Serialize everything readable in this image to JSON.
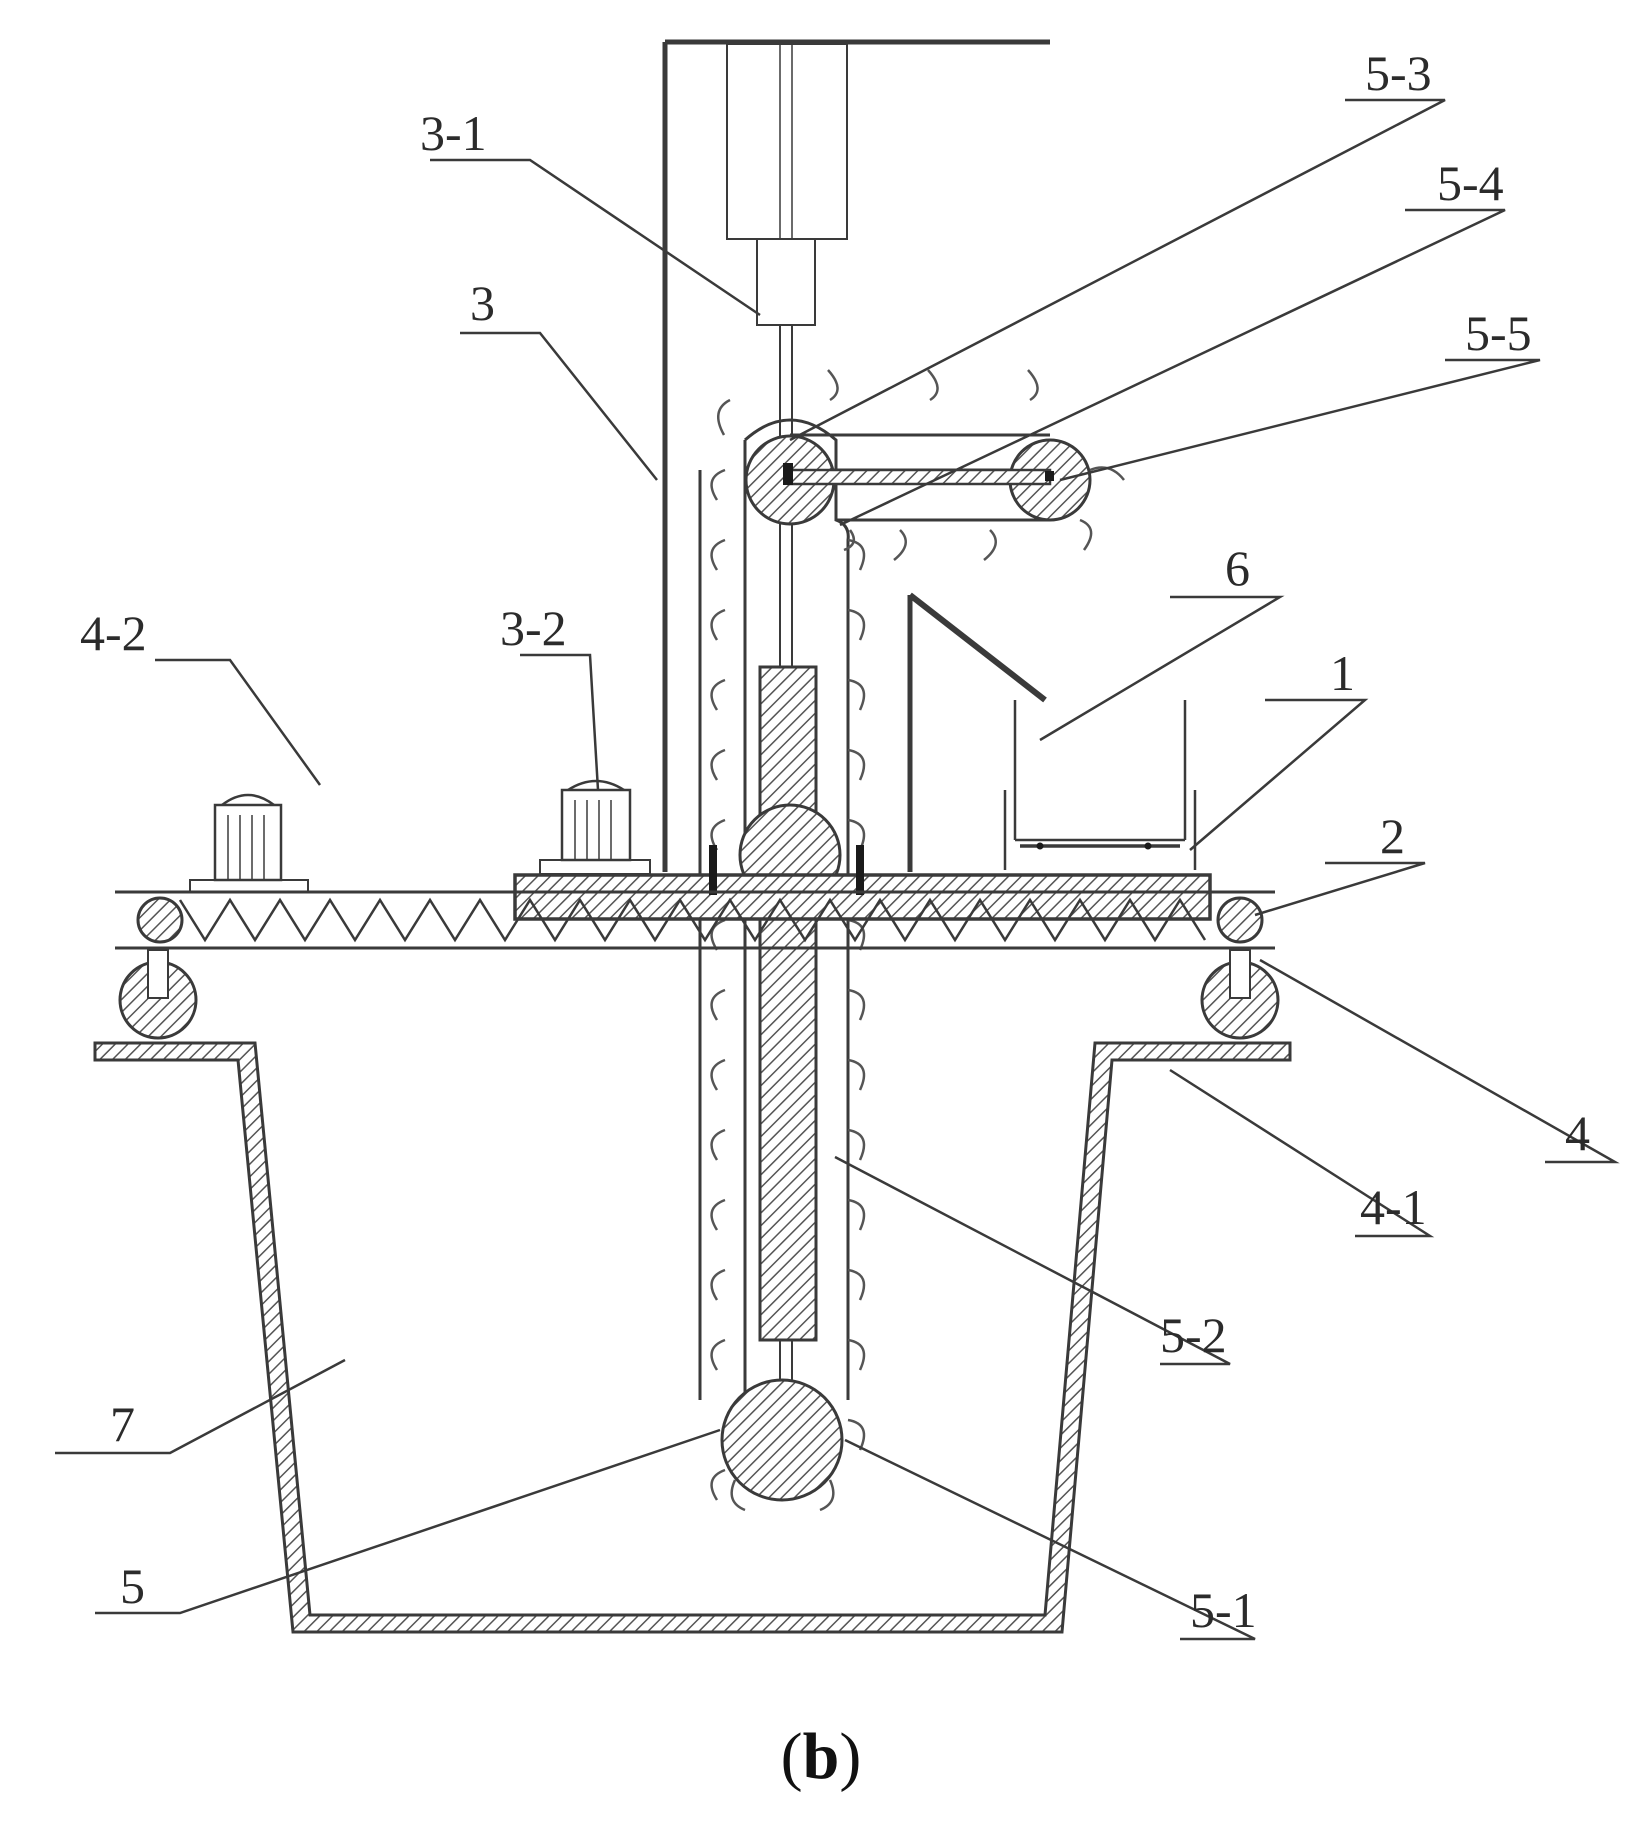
{
  "labels": {
    "l_3_1": "3-1",
    "l_3": "3",
    "l_5_3": "5-3",
    "l_5_4": "5-4",
    "l_5_5": "5-5",
    "l_6": "6",
    "l_1": "1",
    "l_2": "2",
    "l_4_2": "4-2",
    "l_3_2": "3-2",
    "l_4": "4",
    "l_4_1": "4-1",
    "l_5_2": "5-2",
    "l_7": "7",
    "l_5": "5",
    "l_5_1": "5-1"
  },
  "caption": {
    "open": "(",
    "letter": "b",
    "close": ")"
  },
  "colors": {
    "line": "#3a3a3a",
    "hatch": "#555555",
    "background": "#ffffff"
  }
}
